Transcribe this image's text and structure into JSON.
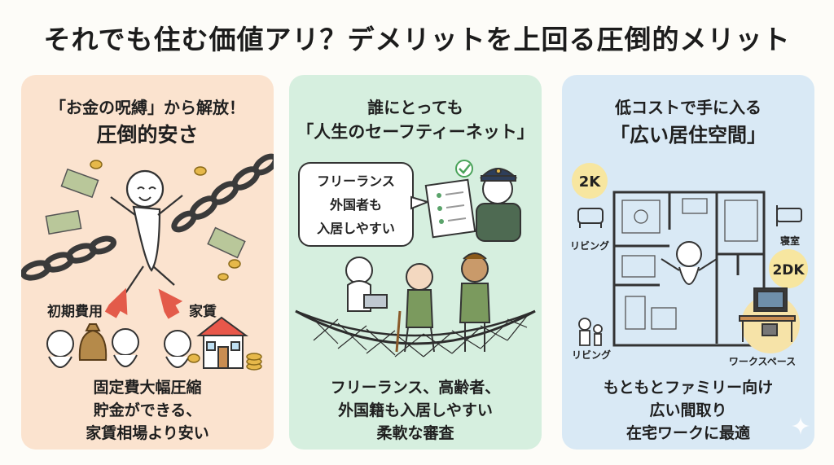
{
  "title": "それでも住む価値アリ？デメリットを上回る圧倒的メリット",
  "panel1": {
    "heading_line1": "「お金の呪縛」から解放！",
    "heading_line2": "圧倒的安さ",
    "label_initial_cost": "初期費用",
    "label_rent": "家賃",
    "footer_line1": "固定費大幅圧縮",
    "footer_line2": "貯金ができる、",
    "footer_line3": "家賃相場より安い",
    "background_color": "#fbe3cf"
  },
  "panel2": {
    "heading_line1": "誰にとっても",
    "heading_line2": "「人生のセーフティーネット」",
    "bubble_line1": "フリーランス",
    "bubble_line2": "外国者も",
    "bubble_line3": "入居しやすい",
    "footer_line1": "フリーランス、高齢者、",
    "footer_line2": "外国籍も入居しやすい",
    "footer_line3": "柔軟な審査",
    "background_color": "#d6efdf"
  },
  "panel3": {
    "heading_line1": "低コストで手に入る",
    "heading_line2": "「広い居住空間」",
    "badge_2k": "2K",
    "badge_2dk": "2DK",
    "label_living1": "リビング",
    "label_bedroom": "寝室",
    "label_living2": "リビング",
    "label_workspace": "ワークスペース",
    "footer_line1": "もともとファミリー向け",
    "footer_line2": "広い間取り",
    "footer_line3": "在宅ワークに最適",
    "background_color": "#d9e9f5"
  }
}
